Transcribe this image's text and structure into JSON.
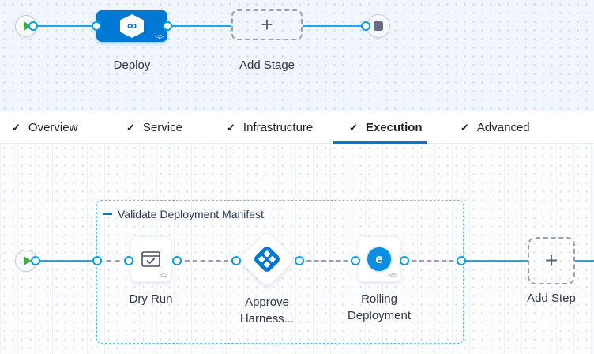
{
  "stage_builder": {
    "stage_label": "Deploy",
    "add_stage_label": "Add Stage",
    "infinity_glyph": "∞",
    "code_glyph": "</>",
    "plus_glyph": "+"
  },
  "tabs": {
    "check_glyph": "✓",
    "items": [
      "Overview",
      "Service",
      "Infrastructure",
      "Execution",
      "Advanced"
    ],
    "active_tab": "Execution"
  },
  "execution": {
    "group_label": "Validate Deployment Manifest",
    "dry_run_label": "Dry Run",
    "approve_label": "Approve Harness...",
    "rolling_label": "Rolling Deployment",
    "add_step_label": "Add Step",
    "rolling_icon_glyph": "e",
    "code_glyph": "</>",
    "plus_glyph": "+"
  },
  "colors": {
    "accent_blue": "#0278d5",
    "line_blue": "#00a1e6",
    "group_border": "#62c7f3",
    "play_green": "#42ab45"
  }
}
